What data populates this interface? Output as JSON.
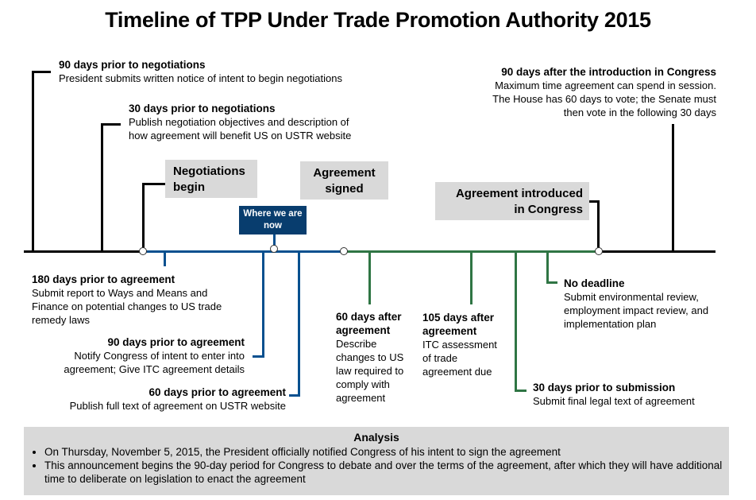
{
  "title": "Timeline of TPP Under Trade Promotion Authority 2015",
  "milestones": {
    "negotiations_begin": "Negotiations begin",
    "agreement_signed": "Agreement signed",
    "where_we_are_now": "Where we are now",
    "introduced_in_congress": "Agreement introduced in Congress"
  },
  "events_above": [
    {
      "heading": "90 days prior to negotiations",
      "text": "President submits written notice of intent to begin negotiations"
    },
    {
      "heading": "30 days prior to negotiations",
      "text": "Publish negotiation objectives and description of how agreement will benefit US on USTR website"
    },
    {
      "heading": "90 days after the introduction in Congress",
      "text": "Maximum time agreement can spend in session. The House has 60 days to vote; the Senate must then vote in the following 30 days"
    }
  ],
  "events_below_blue": [
    {
      "heading": "180 days prior to agreement",
      "text": "Submit report to Ways and Means and Finance on potential changes to US trade remedy laws"
    },
    {
      "heading": "90 days prior to agreement",
      "text": "Notify Congress of intent to enter into agreement; Give ITC agreement details"
    },
    {
      "heading": "60 days prior to agreement",
      "text": "Publish full text of agreement on USTR website"
    }
  ],
  "events_below_green": [
    {
      "heading": "60 days after agreement",
      "text": "Describe changes to US law required to comply with agreement"
    },
    {
      "heading": "105 days after agreement",
      "text": "ITC assessment of trade agreement due"
    },
    {
      "heading": "No deadline",
      "text": "Submit environmental review, employment impact review, and implementation plan"
    },
    {
      "heading": "30 days prior to submission",
      "text": "Submit final legal text of agreement"
    }
  ],
  "analysis": {
    "heading": "Analysis",
    "bullets": [
      "On Thursday, November 5, 2015, the President officially notified Congress of his intent to sign the agreement",
      "This announcement begins the 90-day period for Congress to debate and over the terms of the agreement, after which they will have additional time to deliberate on legislation to enact the agreement"
    ]
  },
  "colors": {
    "pre_negotiation": "#000000",
    "negotiation_phase": "#08508f",
    "post_agreement": "#2f7544",
    "current_marker": "#083d6e",
    "milestone_box": "#d9d9d9"
  }
}
